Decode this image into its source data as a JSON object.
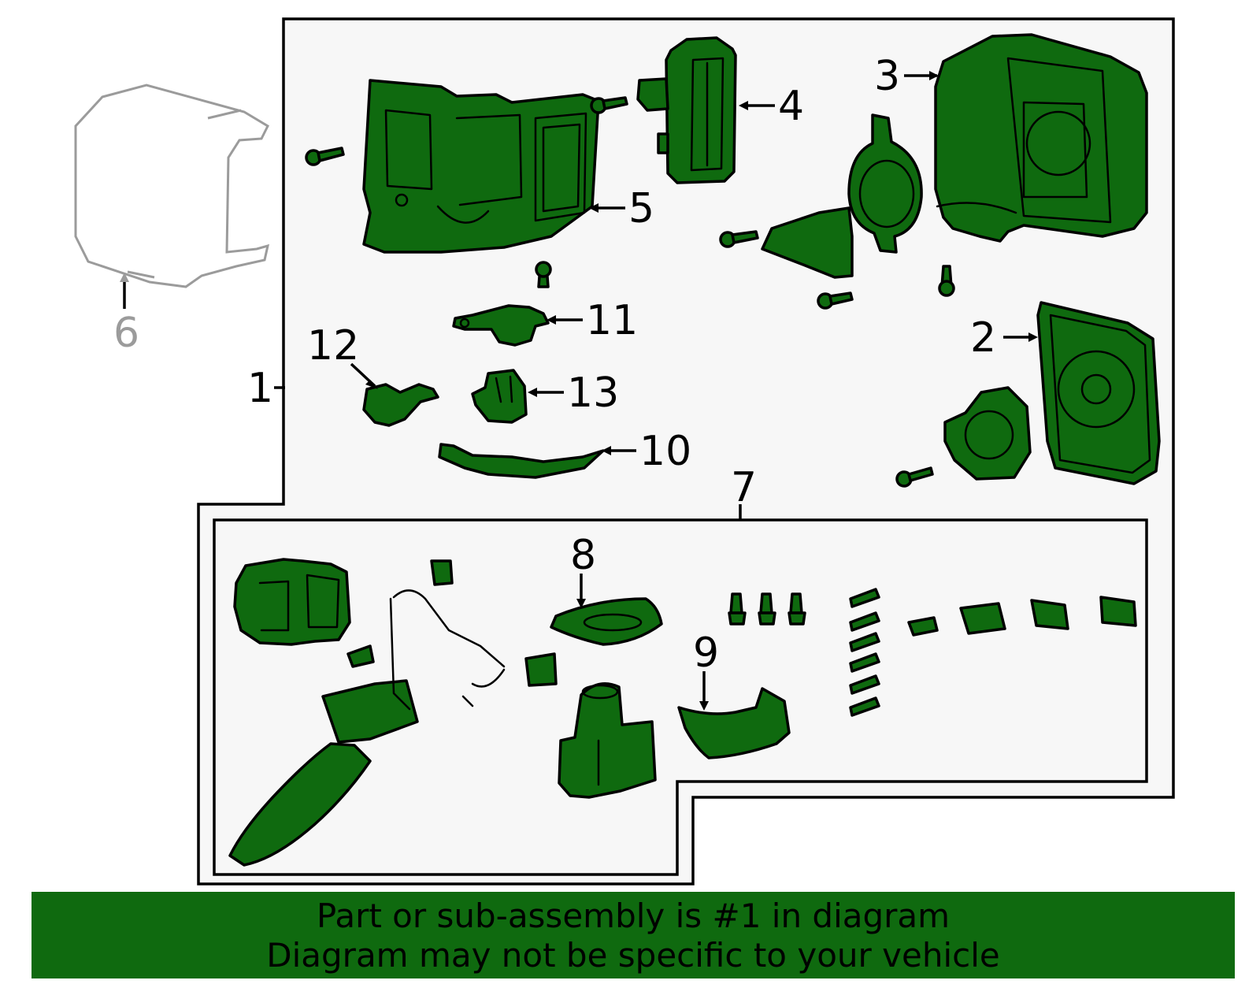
{
  "callouts": {
    "c1": "1",
    "c2": "2",
    "c3": "3",
    "c4": "4",
    "c5": "5",
    "c6": "6",
    "c7": "7",
    "c8": "8",
    "c9": "9",
    "c10": "10",
    "c11": "11",
    "c12": "12",
    "c13": "13"
  },
  "footer": {
    "line1": "Part or sub-assembly is #1 in diagram",
    "line2": "Diagram may not be specific to your vehicle"
  },
  "colors": {
    "part_fill": "#0f6a0f",
    "panel_fill": "#f7f7f7",
    "ghost_part": "#9b9b9b",
    "footer_bg": "#0f6a0f"
  }
}
